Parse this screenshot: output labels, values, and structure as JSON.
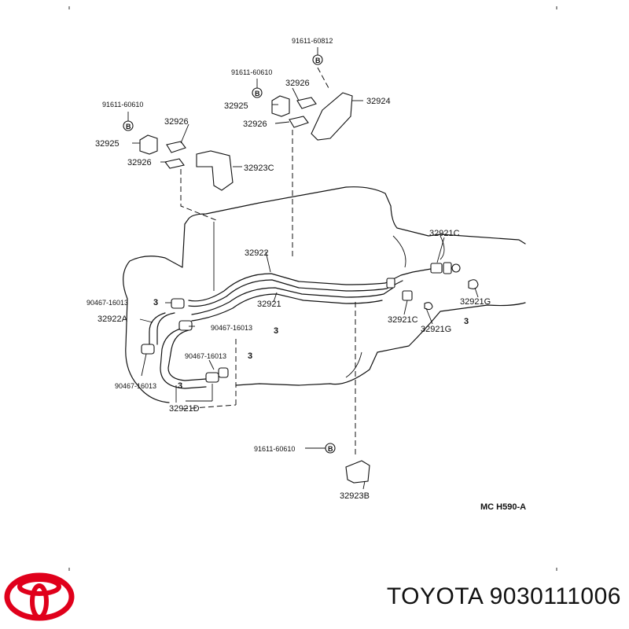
{
  "diagram": {
    "code": "MC H590-A",
    "callouts": {
      "c1": "91611-60812",
      "c2": "91611-60610",
      "c3": "91611-60610",
      "c4": "91611-60610",
      "p32926a": "32926",
      "p32926b": "32926",
      "p32926c": "32926",
      "p32926d": "32926",
      "p32925a": "32925",
      "p32925b": "32925",
      "p32924": "32924",
      "p32923c": "32923C",
      "p32922": "32922",
      "p32921": "32921",
      "p32921c_a": "32921C",
      "p32921c_b": "32921C",
      "p32921g_a": "32921G",
      "p32921g_b": "32921G",
      "p32922a": "32922A",
      "p32921d": "32921D",
      "p32923b": "32923B",
      "clamp1": "90467-16013",
      "clamp2": "90467-16013",
      "clamp3": "90467-16013",
      "clamp4": "90467-16013",
      "n3a": "3",
      "n3b": "3",
      "n3c": "3",
      "n3d": "3",
      "n3e": "3"
    },
    "bolt_symbol": "B"
  },
  "brand": {
    "text": "TOYOTA 9030111006",
    "logo_color": "#e0001b"
  }
}
